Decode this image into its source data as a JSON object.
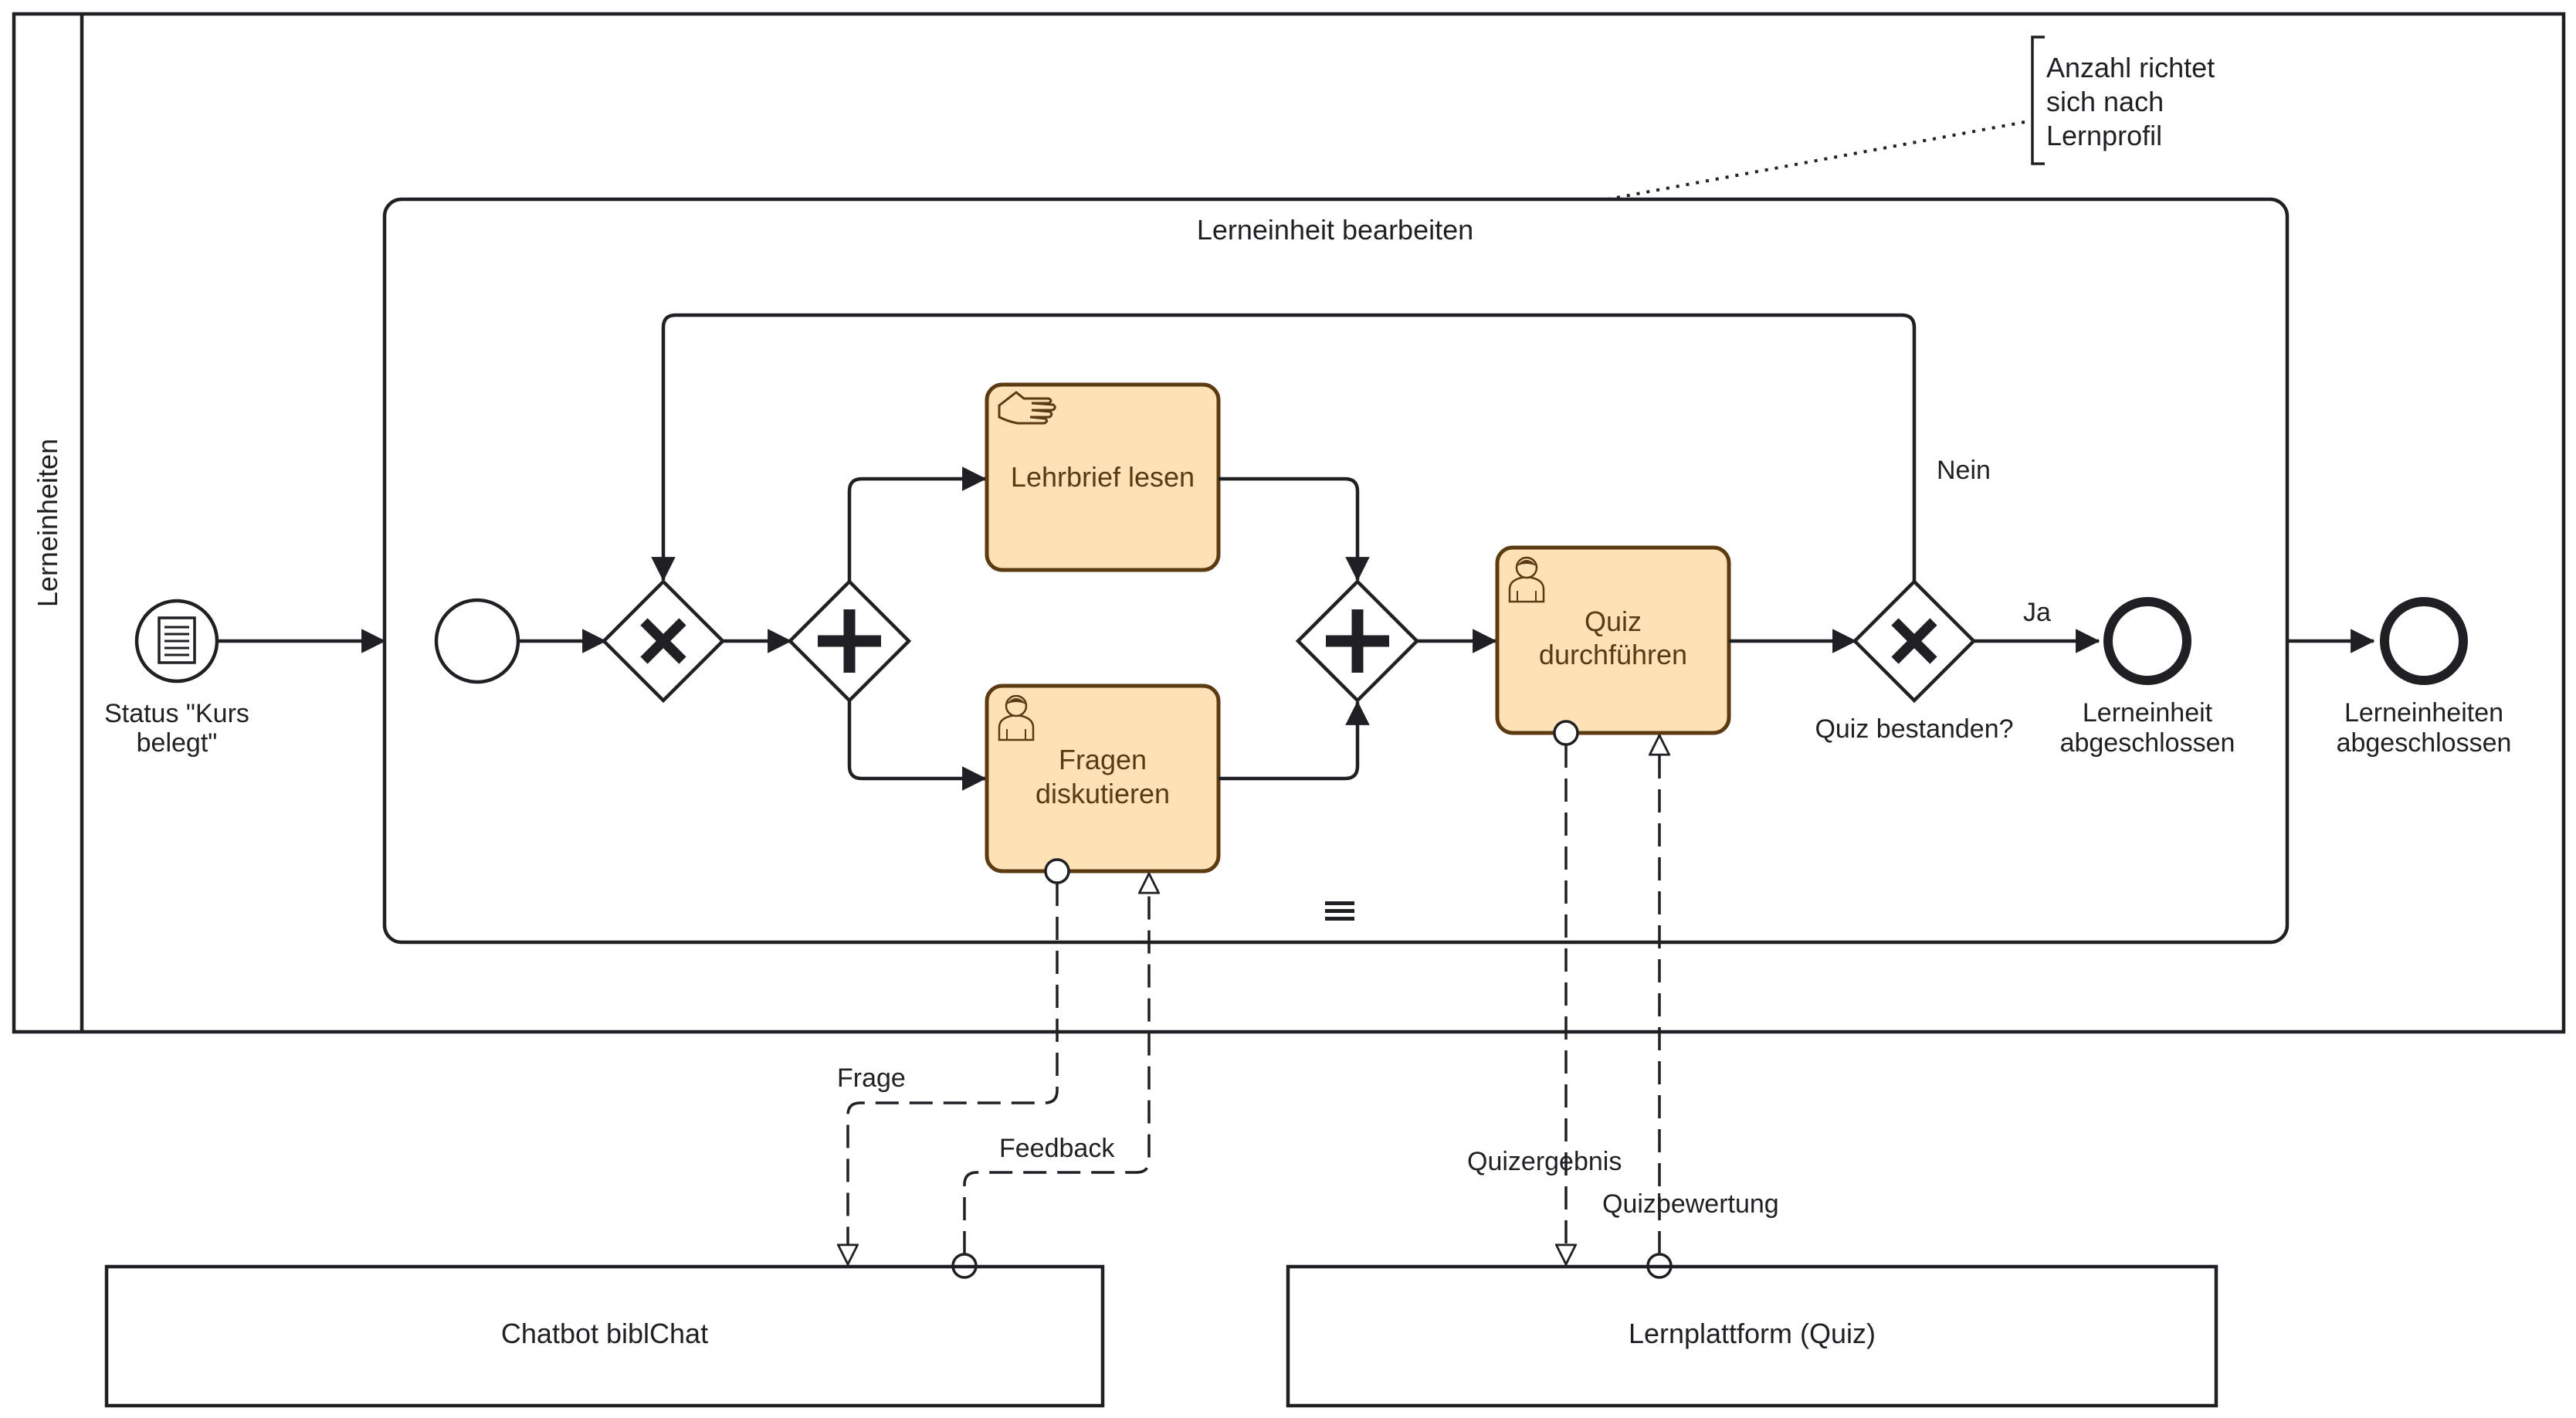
{
  "pool": {
    "lane_label": "Lerneinheiten"
  },
  "annotation": {
    "lines": [
      "Anzahl richtet",
      "sich nach",
      "Lernprofil"
    ]
  },
  "subprocess": {
    "label": "Lerneinheit bearbeiten"
  },
  "start_event": {
    "label_lines": [
      "Status \"Kurs",
      "belegt\""
    ]
  },
  "tasks": {
    "lehrbrief": {
      "lines": [
        "Lehrbrief lesen"
      ]
    },
    "fragen": {
      "lines": [
        "Fragen",
        "diskutieren"
      ]
    },
    "quiz": {
      "lines": [
        "Quiz",
        "durchführen"
      ]
    }
  },
  "gateways": {
    "quiz_bestanden": {
      "label": "Quiz bestanden?"
    }
  },
  "flow_labels": {
    "nein": "Nein",
    "ja": "Ja"
  },
  "end_events": {
    "inner": {
      "lines": [
        "Lerneinheit",
        "abgeschlossen"
      ]
    },
    "outer": {
      "lines": [
        "Lerneinheiten",
        "abgeschlossen"
      ]
    }
  },
  "messages": {
    "frage": "Frage",
    "feedback": "Feedback",
    "quizergebnis": "Quizergebnis",
    "quizbewertung": "Quizbewertung"
  },
  "external_pools": {
    "chatbot": "Chatbot biblChat",
    "lernplattform": "Lernplattform (Quiz)"
  }
}
